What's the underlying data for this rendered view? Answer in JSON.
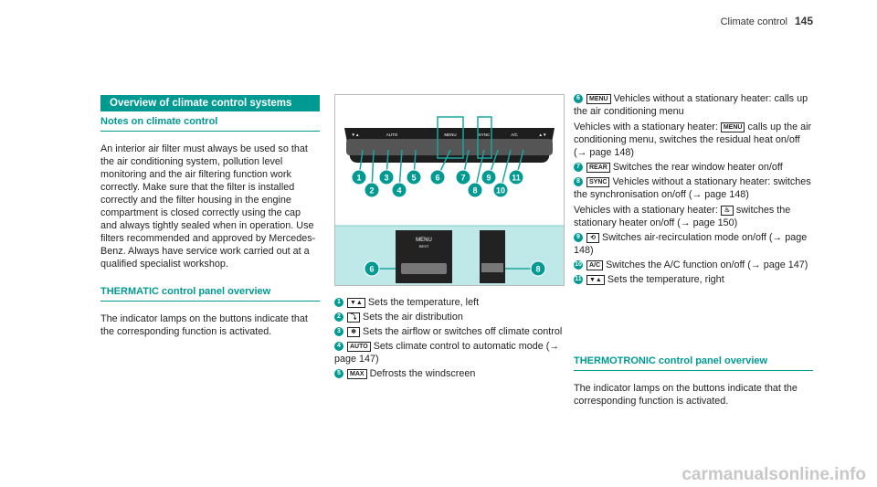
{
  "header": {
    "section": "Climate control",
    "page": "145"
  },
  "left": {
    "title": "Overview of climate control systems",
    "notes_heading": "Notes on climate control",
    "notes_text": "An interior air filter must always be used so that the air conditioning system, pollution level monitoring and the air filtering function work correctly. Make sure that the filter is installed correctly and the filter housing in the engine compartment is closed correctly using the cap and always tightly sealed when in operation. Use filters recommended and approved by Mercedes-Benz. Always have service work carried out at a qualified specialist workshop.",
    "thermatic_heading": "THERMATIC control panel overview",
    "thermatic_text": "The indicator lamps on the buttons indicate that the corresponding function is activated."
  },
  "figure": {
    "panel_labels": [
      "▼▲",
      "AUTO",
      "MENU",
      "SYNC",
      "A/C",
      "▲▼"
    ],
    "callouts": [
      "1",
      "2",
      "3",
      "4",
      "5",
      "6",
      "7",
      "8",
      "9",
      "10",
      "11"
    ],
    "detail_menu": "MENU",
    "detail_rest": "REST",
    "detail_callouts": [
      "6",
      "8"
    ]
  },
  "legend": [
    {
      "n": "1",
      "key": "▼▲",
      "text": "Sets the temperature, left"
    },
    {
      "n": "2",
      "key": "⤵",
      "text": "Sets the air distribution"
    },
    {
      "n": "3",
      "key": "❄",
      "text": "Sets the airflow or switches off climate control"
    },
    {
      "n": "4",
      "key": "AUTO",
      "text": "Sets climate control to automatic mode (→ page 147)"
    },
    {
      "n": "5",
      "key": "MAX",
      "text": "Defrosts the windscreen"
    },
    {
      "n": "6",
      "key": "MENU",
      "text": "Vehicles without a stationary heater:",
      "text2": "calls up the air conditioning menu",
      "key2": "MENU",
      "text3": "Vehicles with a stationary heater:",
      "text4": "calls up the air conditioning menu, switches the residual heat on/off (→ page 148)"
    },
    {
      "n": "7",
      "key": "REAR",
      "text": "Switches the rear window heater on/off"
    },
    {
      "n": "8",
      "key": "SYNC",
      "text": "Vehicles without a stationary heater:",
      "text2": "switches the synchronisation on/off (→ page 148)",
      "key2": "♨",
      "text3": "Vehicles with a stationary heater:",
      "text4": "switches the stationary heater on/off (→ page 150)"
    },
    {
      "n": "9",
      "key": "⟲",
      "text": "Switches air-recirculation mode on/off (→ page 148)"
    },
    {
      "n": "10",
      "key": "A/C",
      "text": "Switches the A/C function on/off (→ page 147)"
    },
    {
      "n": "11",
      "key": "▼▲",
      "text": "Sets the temperature, right"
    }
  ],
  "right": {
    "thermotronic_heading": "THERMOTRONIC control panel overview",
    "thermotronic_text": "The indicator lamps on the buttons indicate that the corresponding function is activated."
  },
  "watermark": "carmanualsonline.info",
  "colors": {
    "accent": "#009a93",
    "panel_bg": "#bfe9e8"
  }
}
